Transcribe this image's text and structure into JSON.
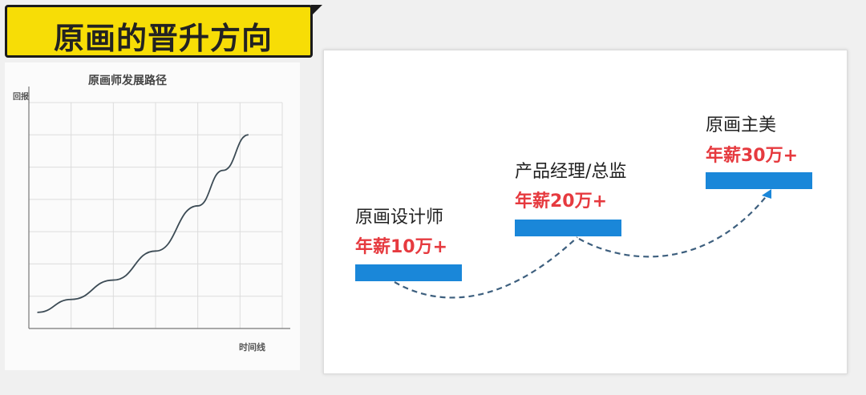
{
  "header": {
    "title": "原画的晋升方向",
    "banner_color": "#f7dd06"
  },
  "chart_data": {
    "type": "line",
    "title": "原画师发展路径",
    "xlabel": "时间线",
    "ylabel": "回报",
    "grid": true,
    "xlim": [
      0,
      6
    ],
    "ylim": [
      0,
      7
    ],
    "series": [
      {
        "x": [
          0.2,
          1,
          2,
          3,
          4,
          4.6,
          5.2
        ],
        "y": [
          0.5,
          0.9,
          1.5,
          2.4,
          3.8,
          4.9,
          6.0
        ],
        "color": "#3c4b55"
      }
    ]
  },
  "path": {
    "bar_color": "#1a87d9",
    "salary_color": "#e63a3f",
    "stages": [
      {
        "role": "原画设计师",
        "salary": "年薪10万+"
      },
      {
        "role": "产品经理/总监",
        "salary": "年薪20万+"
      },
      {
        "role": "原画主美",
        "salary": "年薪30万+"
      }
    ]
  }
}
